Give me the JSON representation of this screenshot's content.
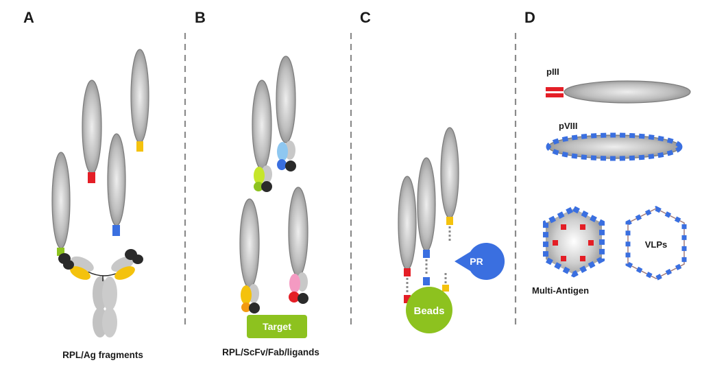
{
  "panels": {
    "a": {
      "letter": "A",
      "caption": "RPL/Ag fragments"
    },
    "b": {
      "letter": "B",
      "caption": "RPL/ScFv/Fab/ligands",
      "target_label": "Target"
    },
    "c": {
      "letter": "C",
      "beads_label": "Beads",
      "pr_label": "PR"
    },
    "d": {
      "letter": "D",
      "piii_label": "pIII",
      "pviii_label": "pVIII",
      "multi_antigen_label": "Multi-Antigen",
      "vlps_label": "VLPs"
    }
  },
  "colors": {
    "red": "#e41e26",
    "blue": "#3a6fe0",
    "yellow": "#f4c20d",
    "green": "#8dc21f",
    "lime": "#c6e62a",
    "orange": "#f39a12",
    "light_blue": "#8ec7f0",
    "pink": "#f49ac2",
    "dark": "#2a2a2a",
    "grey": "#c0c0c0",
    "divider": "#8a8a8a"
  }
}
